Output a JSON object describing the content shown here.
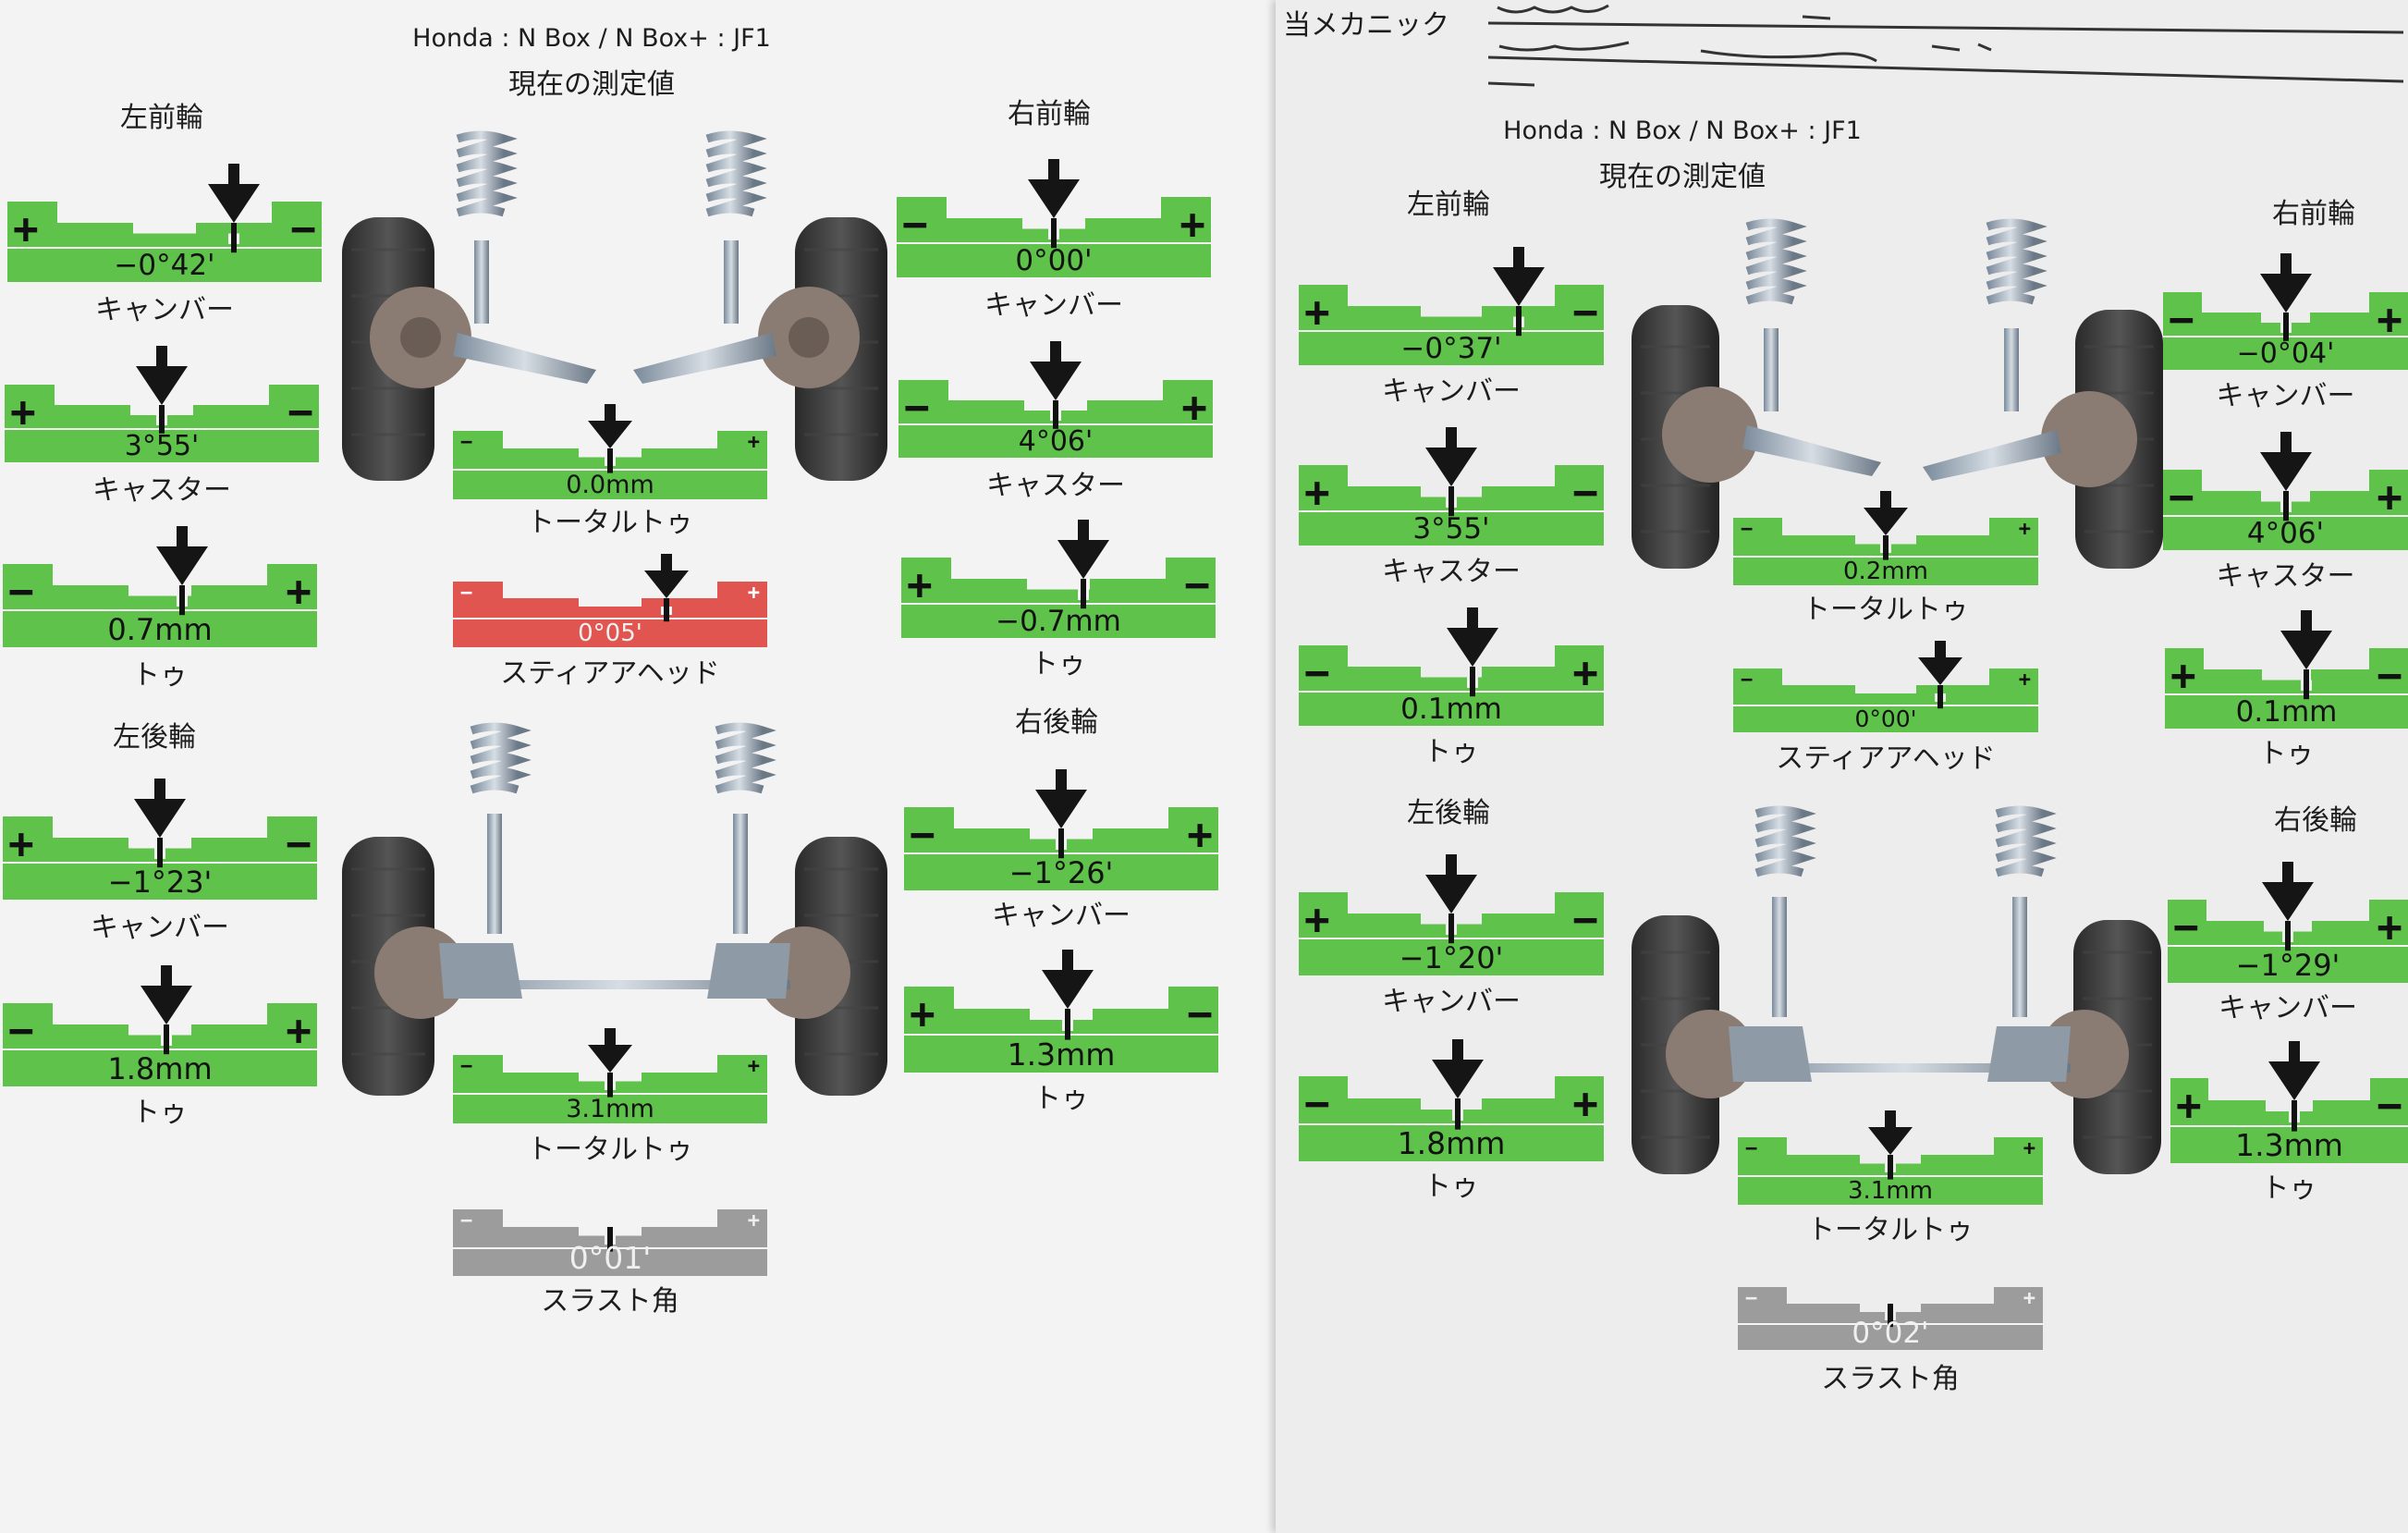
{
  "colors": {
    "green": "#5fc24a",
    "green_dark": "#3e9a2c",
    "red": "#e0554f",
    "gray": "#9c9c9c"
  },
  "sheet_a": {
    "vehicle": "Honda : N Box / N Box+ : JF1",
    "title": "現在の測定値",
    "front_left": "左前輪",
    "front_right": "右前輪",
    "rear_left": "左後輪",
    "rear_right": "右後輪",
    "fl_camber": {
      "value": "−0°42'",
      "label": "キャンバー"
    },
    "fl_caster": {
      "value": "3°55'",
      "label": "キャスター"
    },
    "fl_toe": {
      "value": "0.7mm",
      "label": "トゥ"
    },
    "fr_camber": {
      "value": "0°00'",
      "label": "キャンバー"
    },
    "fr_caster": {
      "value": "4°06'",
      "label": "キャスター"
    },
    "fr_toe": {
      "value": "−0.7mm",
      "label": "トゥ"
    },
    "f_total_toe": {
      "value": "0.0mm",
      "label": "トータルトゥ"
    },
    "steering_head": {
      "value": "0°05'",
      "label": "スティアアヘッド"
    },
    "rl_camber": {
      "value": "−1°23'",
      "label": "キャンバー"
    },
    "rl_toe": {
      "value": "1.8mm",
      "label": "トゥ"
    },
    "rr_camber": {
      "value": "−1°26'",
      "label": "キャンバー"
    },
    "rr_toe": {
      "value": "1.3mm",
      "label": "トゥ"
    },
    "r_total_toe": {
      "value": "3.1mm",
      "label": "トータルトゥ"
    },
    "thrust": {
      "value": "0°01'",
      "label": "スラスト角"
    }
  },
  "sheet_b": {
    "mechanic": "当メカニック",
    "vehicle": "Honda : N Box / N Box+ : JF1",
    "title": "現在の測定値",
    "front_left": "左前輪",
    "front_right": "右前輪",
    "rear_left": "左後輪",
    "rear_right": "右後輪",
    "fl_camber": {
      "value": "−0°37'",
      "label": "キャンバー"
    },
    "fl_caster": {
      "value": "3°55'",
      "label": "キャスター"
    },
    "fl_toe": {
      "value": "0.1mm",
      "label": "トゥ"
    },
    "fr_camber": {
      "value": "−0°04'",
      "label": "キャンバー"
    },
    "fr_caster": {
      "value": "4°06'",
      "label": "キャスター"
    },
    "fr_toe": {
      "value": "0.1mm",
      "label": "トゥ"
    },
    "f_total_toe": {
      "value": "0.2mm",
      "label": "トータルトゥ"
    },
    "steering_head": {
      "value": "0°00'",
      "label": "スティアアヘッド"
    },
    "rl_camber": {
      "value": "−1°20'",
      "label": "キャンバー"
    },
    "rl_toe": {
      "value": "1.8mm",
      "label": "トゥ"
    },
    "rr_camber": {
      "value": "−1°29'",
      "label": "キャンバー"
    },
    "rr_toe": {
      "value": "1.3mm",
      "label": "トゥ"
    },
    "r_total_toe": {
      "value": "3.1mm",
      "label": "トータルトゥ"
    },
    "thrust": {
      "value": "0°02'",
      "label": "スラスト角"
    }
  }
}
